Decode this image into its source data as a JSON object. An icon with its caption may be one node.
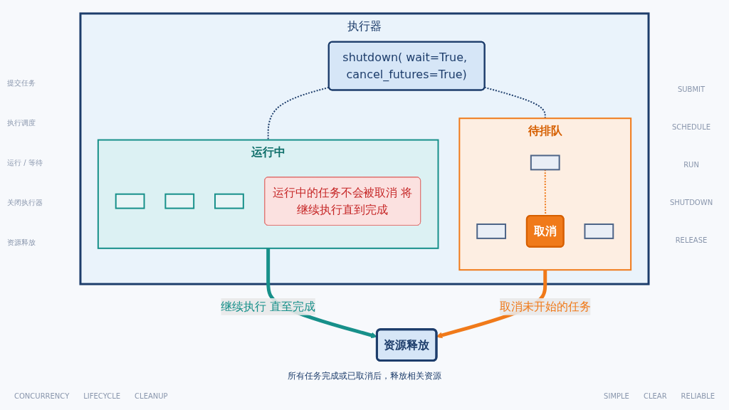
{
  "diagram": {
    "nodes": [
      {
        "text": [
          "执行器"
        ]
      },
      {
        "text": [
          "shutdown( wait=True, cancel_futures=True)"
        ],
        "in": 0
      },
      {
        "text": [
          "运行中"
        ],
        "in": 0
      },
      {
        "text": [],
        "shape": "box",
        "in": 2
      },
      {
        "text": [],
        "shape": "box",
        "in": 2
      },
      {
        "text": [],
        "shape": "box",
        "in": 2
      },
      {
        "text": [
          "运行中的任务不会被取消 将继续执行直到完成"
        ],
        "in": 2
      },
      {
        "text": [
          "待排队"
        ],
        "in": 0
      },
      {
        "text": [],
        "shape": "box",
        "in": 7
      },
      {
        "text": [],
        "shape": "box",
        "in": 7
      },
      {
        "text": [],
        "shape": "box",
        "in": 7
      },
      {
        "text": [
          "取消"
        ],
        "in": 7
      },
      {
        "text": [
          "资源释放"
        ],
        "beside": [
          "所有任务完成或已取消后，释放相关资源"
        ]
      }
    ],
    "edges": [
      {
        "from": 1,
        "to": 2,
        "arrow": "none",
        "style": "dashed"
      },
      {
        "from": 1,
        "to": 7,
        "arrow": "none",
        "style": "dashed"
      },
      {
        "from": 9,
        "to": 11,
        "arrow": "none",
        "style": "dashed",
        "color": "#f07a1a"
      },
      {
        "from": 2,
        "to": 12,
        "arrow": "to",
        "label": "继续执行 直至完成",
        "style": "thick",
        "color": "#17908a"
      },
      {
        "from": 7,
        "to": 12,
        "arrow": "to",
        "label": "取消未开始的任务",
        "style": "thick",
        "color": "#f07a1a"
      }
    ],
    "labels": [
      "提交任务",
      "执行调度",
      "运行 / 等待",
      "关闭执行器",
      "资源释放",
      "SUBMIT",
      "SCHEDULE",
      "RUN",
      "SHUTDOWN",
      "RELEASE",
      "CONCURRENCY",
      "LIFECYCLE",
      "CLEANUP",
      "SIMPLE",
      "CLEAR",
      "RELIABLE"
    ]
  }
}
